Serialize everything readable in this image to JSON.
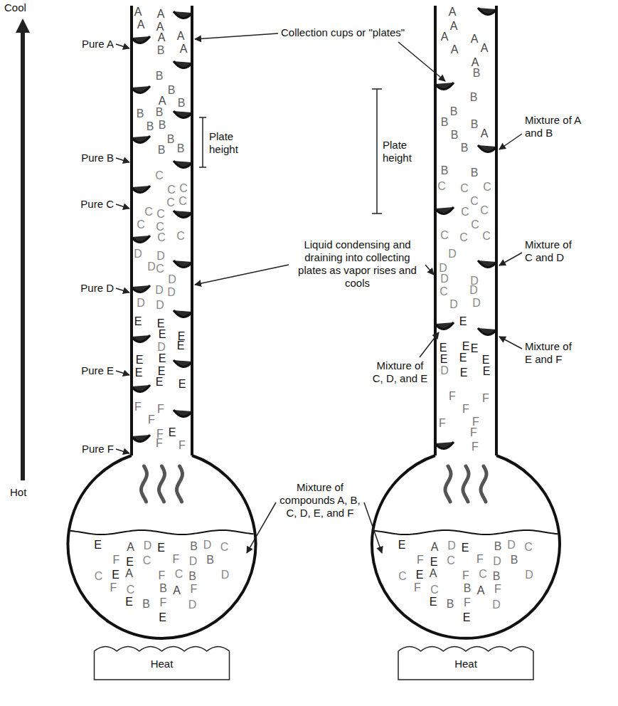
{
  "diagram": {
    "labels": [
      "Cool",
      "Hot",
      "Pure A",
      "Pure B",
      "Pure C",
      "Pure D",
      "Pure E",
      "Pure F",
      "Collection cups or \"plates\"",
      "Plate height",
      "Plate height",
      "Mixture of A and B",
      "Mixture of C and D",
      "Liquid condensing and draining into collecting plates as vapor rises and cools",
      "Mixture of C, D, and E",
      "Mixture of E and F",
      "Mixture of compounds A, B, C, D, E, and F",
      "Heat",
      "Heat",
      "A",
      "A",
      "A",
      "A",
      "A",
      "A",
      "B",
      "A",
      "B",
      "B",
      "A",
      "B",
      "B",
      "B",
      "B",
      "B",
      "B",
      "B",
      "B",
      "C",
      "C",
      "C",
      "C",
      "C",
      "C",
      "C",
      "C",
      "C",
      "C",
      "C",
      "D",
      "D",
      "D",
      "C",
      "D",
      "D",
      "D",
      "D",
      "D",
      "E",
      "E",
      "E",
      "E",
      "D",
      "E",
      "E",
      "E",
      "E",
      "E",
      "E",
      "E",
      "F",
      "F",
      "F",
      "F",
      "E",
      "F",
      "F",
      "E",
      "A",
      "D",
      "E",
      "B",
      "D",
      "C",
      "F",
      "E",
      "C",
      "F",
      "D",
      "B",
      "C",
      "E",
      "A",
      "F",
      "C",
      "B",
      "D",
      "F",
      "C",
      "B",
      "A",
      "F",
      "E",
      "B",
      "F",
      "D",
      "E",
      "A",
      "A",
      "A",
      "A",
      "A",
      "A",
      "A",
      "B",
      "B",
      "B",
      "B",
      "B",
      "B",
      "A",
      "B",
      "B",
      "B",
      "C",
      "C",
      "C",
      "C",
      "C",
      "C",
      "C",
      "C",
      "C",
      "C",
      "D",
      "D",
      "D",
      "D",
      "C",
      "D",
      "D",
      "D",
      "E",
      "E",
      "E",
      "E",
      "E",
      "E",
      "E",
      "D",
      "E",
      "E",
      "F",
      "F",
      "F",
      "F",
      "F",
      "F",
      "F",
      "E",
      "A",
      "D",
      "E",
      "B",
      "D",
      "C",
      "F",
      "E",
      "C",
      "F",
      "D",
      "B",
      "C",
      "E",
      "A",
      "F",
      "C",
      "B",
      "D",
      "F",
      "C",
      "B",
      "A",
      "F",
      "E",
      "B",
      "F",
      "D",
      "E"
    ]
  }
}
